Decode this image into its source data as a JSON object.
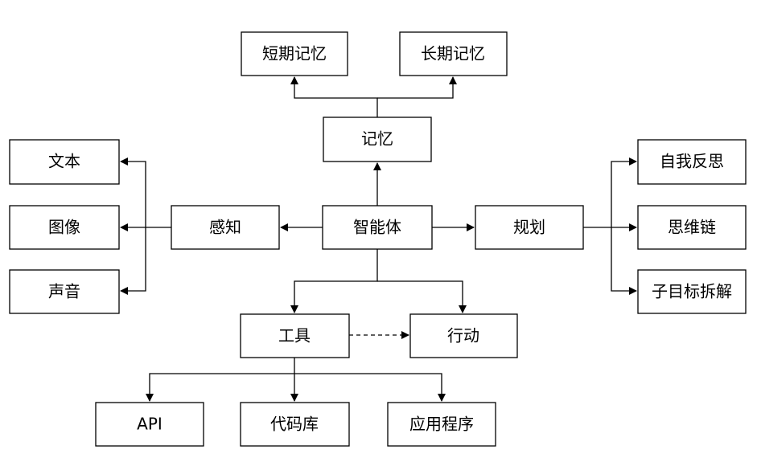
{
  "nodes": {
    "short_term_memory": "短期记忆",
    "long_term_memory": "长期记忆",
    "memory": "记忆",
    "text": "文本",
    "image": "图像",
    "sound": "声音",
    "perception": "感知",
    "agent": "智能体",
    "planning": "规划",
    "self_reflection": "自我反思",
    "chain_of_thought": "思维链",
    "subgoal_decomposition": "子目标拆解",
    "tools": "工具",
    "action": "行动",
    "api": "API",
    "code_library": "代码库",
    "application": "应用程序"
  },
  "colors": {
    "stroke": "#000000",
    "fill": "#ffffff",
    "text": "#000000"
  }
}
